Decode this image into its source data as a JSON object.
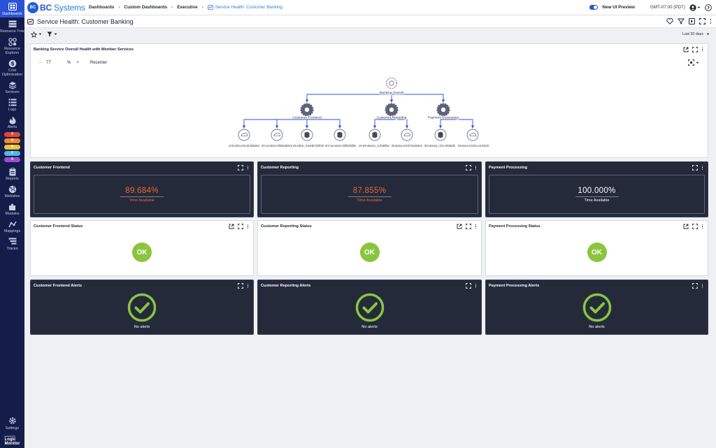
{
  "nav": {
    "items": [
      {
        "name": "dashboards",
        "label": "Dashboards",
        "active": true
      },
      {
        "name": "resource-tree",
        "label": "Resource Tree"
      },
      {
        "name": "resource-explorer",
        "label": "Resource Explorer"
      },
      {
        "name": "cost-optimization",
        "label": "Cost Optimization"
      },
      {
        "name": "services",
        "label": "Services"
      },
      {
        "name": "logs",
        "label": "Logs"
      },
      {
        "name": "alerts",
        "label": "Alerts"
      }
    ],
    "alert_counts": [
      {
        "value": "0",
        "color": "#e0453a"
      },
      {
        "value": "0",
        "color": "#ef8a2a"
      },
      {
        "value": "0",
        "color": "#f2c230"
      },
      {
        "value": "0",
        "color": "#4fb7e8"
      },
      {
        "value": "0",
        "color": "#9a4fd0"
      }
    ],
    "items2": [
      {
        "name": "reports",
        "label": "Reports"
      },
      {
        "name": "websites",
        "label": "Websites"
      },
      {
        "name": "modules",
        "label": "Modules"
      },
      {
        "name": "mappings",
        "label": "Mappings"
      },
      {
        "name": "traces",
        "label": "Traces"
      }
    ],
    "settings_label": "Settings",
    "logo_line1": "Logic",
    "logo_line2": "Monitor",
    "logo_small": "powered by"
  },
  "header": {
    "brand_initials": "BC",
    "brand_bold": "BC",
    "brand_rest": " Systems",
    "breadcrumbs": [
      "Dashboards",
      "Custom Dashboards",
      "Executive"
    ],
    "current": "Service Health: Customer Banking",
    "preview_label": "New UI Preview",
    "timezone": "GMT-07:00 (PDT)"
  },
  "title": "Service Health: Customer Banking",
  "range_label": "Last 30 days",
  "topology": {
    "title": "Banking Service Overall Health with Member Services",
    "zoom_minus": "-",
    "zoom_value": "77",
    "zoom_unit": "%",
    "zoom_plus": "+",
    "recenter": "Recenter",
    "root": "Banking Overall",
    "services": [
      "Customer Frontend",
      "Customer Reporting",
      "Payment Processing"
    ],
    "leaves": [
      "US-W2-redhat1-vol-001e1d5 20995529a42",
      "W2-lcc-aws-collector1-vol-0f94bdacadd53d1c5e",
      "W2-redhat1_i-0419e6b1 f000f10b",
      "W2-lcc-aws-collector1 40bdfb0a7bdbf692",
      "US-W2-ubuntu2_i a1f4d0fba2",
      "W2-ubuntu2-vol-0337 bba1f4a0e12",
      "W2-ubuntu1_i-011 e97a803b",
      "W2-ubuntu1-vol-010e1a ro3c9722e39"
    ]
  },
  "widgets": {
    "availability": [
      {
        "title": "Customer Frontend",
        "value": "89.684%",
        "label": "Time Available",
        "color": "#e8663a"
      },
      {
        "title": "Customer Reporting",
        "value": "87.855%",
        "label": "Time Available",
        "color": "#e8663a"
      },
      {
        "title": "Payment Processing",
        "value": "100.000%",
        "label": "Time Available",
        "color": "#ffffff"
      }
    ],
    "status": [
      {
        "title": "Customer Frontend Status",
        "value": "OK"
      },
      {
        "title": "Customer Reporting Status",
        "value": "OK"
      },
      {
        "title": "Payment Processing Status",
        "value": "OK"
      }
    ],
    "alerts": [
      {
        "title": "Customer Frontend Alerts",
        "text": "No alerts"
      },
      {
        "title": "Customer Reporting Alerts",
        "text": "No alerts"
      },
      {
        "title": "Payment Processing Alerts",
        "text": "No alerts"
      }
    ]
  },
  "colors": {
    "accent": "#2b52d6",
    "nav_bg": "#141c4a",
    "ok_green": "#8ac53f",
    "dark_widget": "#242a3a"
  }
}
